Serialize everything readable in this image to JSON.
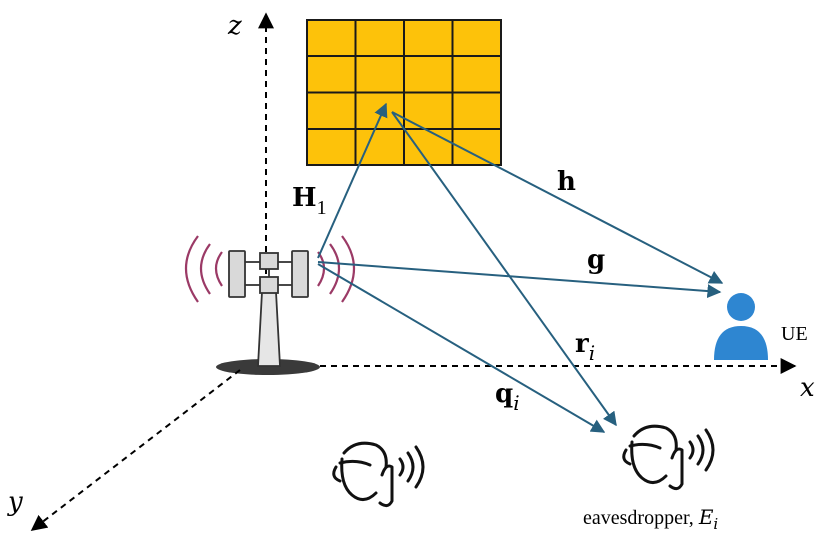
{
  "axes": {
    "x": "x",
    "y": "y",
    "z": "z"
  },
  "channels": {
    "H": "H",
    "H_sub": "1",
    "h": "h",
    "g": "g",
    "r": "r",
    "r_sub": "i",
    "q": "q",
    "q_sub": "i"
  },
  "nodes": {
    "ue": "UE",
    "eavesdropper_prefix": "eavesdropper, ",
    "eavesdropper_symbol": "E",
    "eavesdropper_sub": "i"
  },
  "colors": {
    "ris_fill": "#FDC20A",
    "ris_grid": "#1a1a1a",
    "link": "#27607F",
    "ue": "#2E86D1",
    "wave": "#9B3A66",
    "antenna": "#d9d9d9"
  },
  "ris": {
    "rows": 4,
    "cols": 4
  },
  "icons": [
    "base-station-icon",
    "ris-panel-icon",
    "user-icon",
    "eavesdropper-icon"
  ]
}
